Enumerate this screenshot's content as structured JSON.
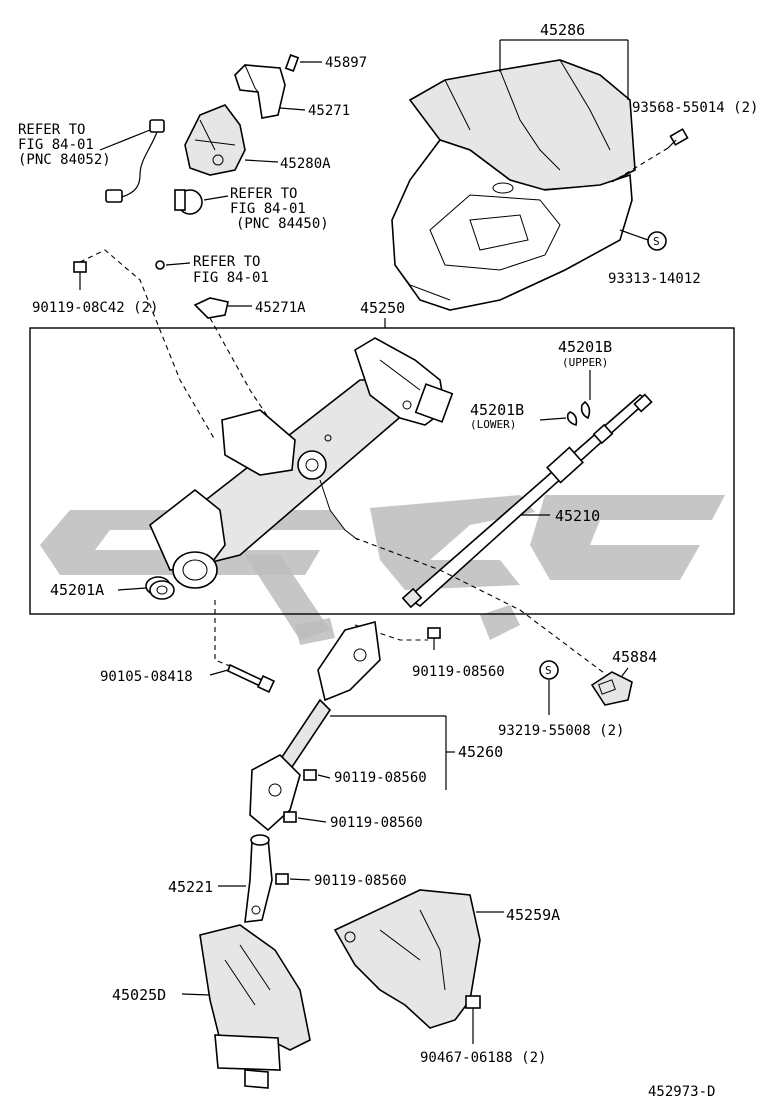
{
  "diagram_id": "452973-D",
  "watermark_color": "#bcbcbc",
  "labels": {
    "p45286": "45286",
    "p45897": "45897",
    "p45271": "45271",
    "p45280A": "45280A",
    "p93568": "93568-55014 (2)",
    "refer_84052_line1": "REFER TO",
    "refer_84052_line2": "FIG 84-01",
    "refer_84052_line3": "(PNC 84052)",
    "refer_84450_line1": "REFER TO",
    "refer_84450_line2": "FIG 84-01",
    "refer_84450_line3": "(PNC 84450)",
    "refer_fig_line1": "REFER TO",
    "refer_fig_line2": "FIG 84-01",
    "p93313": "93313-14012",
    "p90119_08C42": "90119-08C42 (2)",
    "p45271A": "45271A",
    "p45250": "45250",
    "p45201B_upper": "45201B",
    "p45201B_upper_note": "(UPPER)",
    "p45201B_lower": "45201B",
    "p45201B_lower_note": "(LOWER)",
    "p45210": "45210",
    "p45201A": "45201A",
    "p45884": "45884",
    "p90119_08560_a": "90119-08560",
    "p90105": "90105-08418",
    "p93219": "93219-55008 (2)",
    "p45260": "45260",
    "p90119_08560_b": "90119-08560",
    "p90119_08560_c": "90119-08560",
    "p90119_08560_d": "90119-08560",
    "p45221": "45221",
    "p45259A": "45259A",
    "p45025D": "45025D",
    "p90467": "90467-06188 (2)",
    "s_mark": "S"
  }
}
